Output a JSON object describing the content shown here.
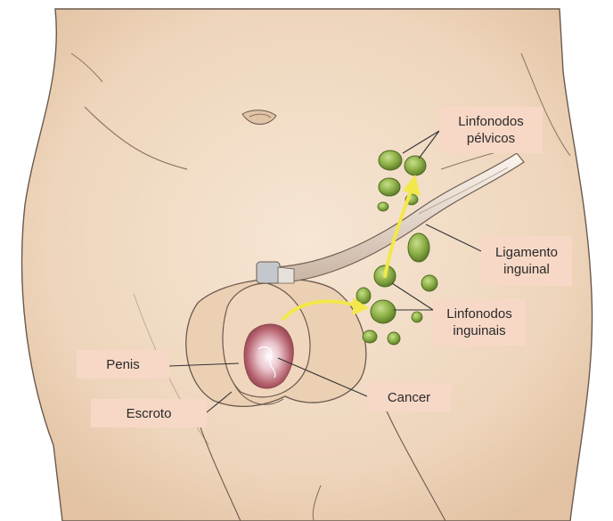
{
  "labels": {
    "pelvic_nodes": {
      "line1": "Linfonodos",
      "line2": "pélvicos"
    },
    "inguinal_ligament": {
      "line1": "Ligamento",
      "line2": "inguinal"
    },
    "inguinal_nodes": {
      "line1": "Linfonodos",
      "line2": "inguinais"
    },
    "penis": "Penis",
    "scrotum": "Escroto",
    "cancer": "Cancer"
  },
  "colors": {
    "skin": "#f2dcc6",
    "skin_shadow": "#e6c6a8",
    "outline": "#6b5a4e",
    "node_fill": "#8fb24a",
    "node_dark": "#5f7f2a",
    "arrow": "#f3e84a",
    "label_bg": "#f7d8c6",
    "tumor": "#c77a82"
  }
}
